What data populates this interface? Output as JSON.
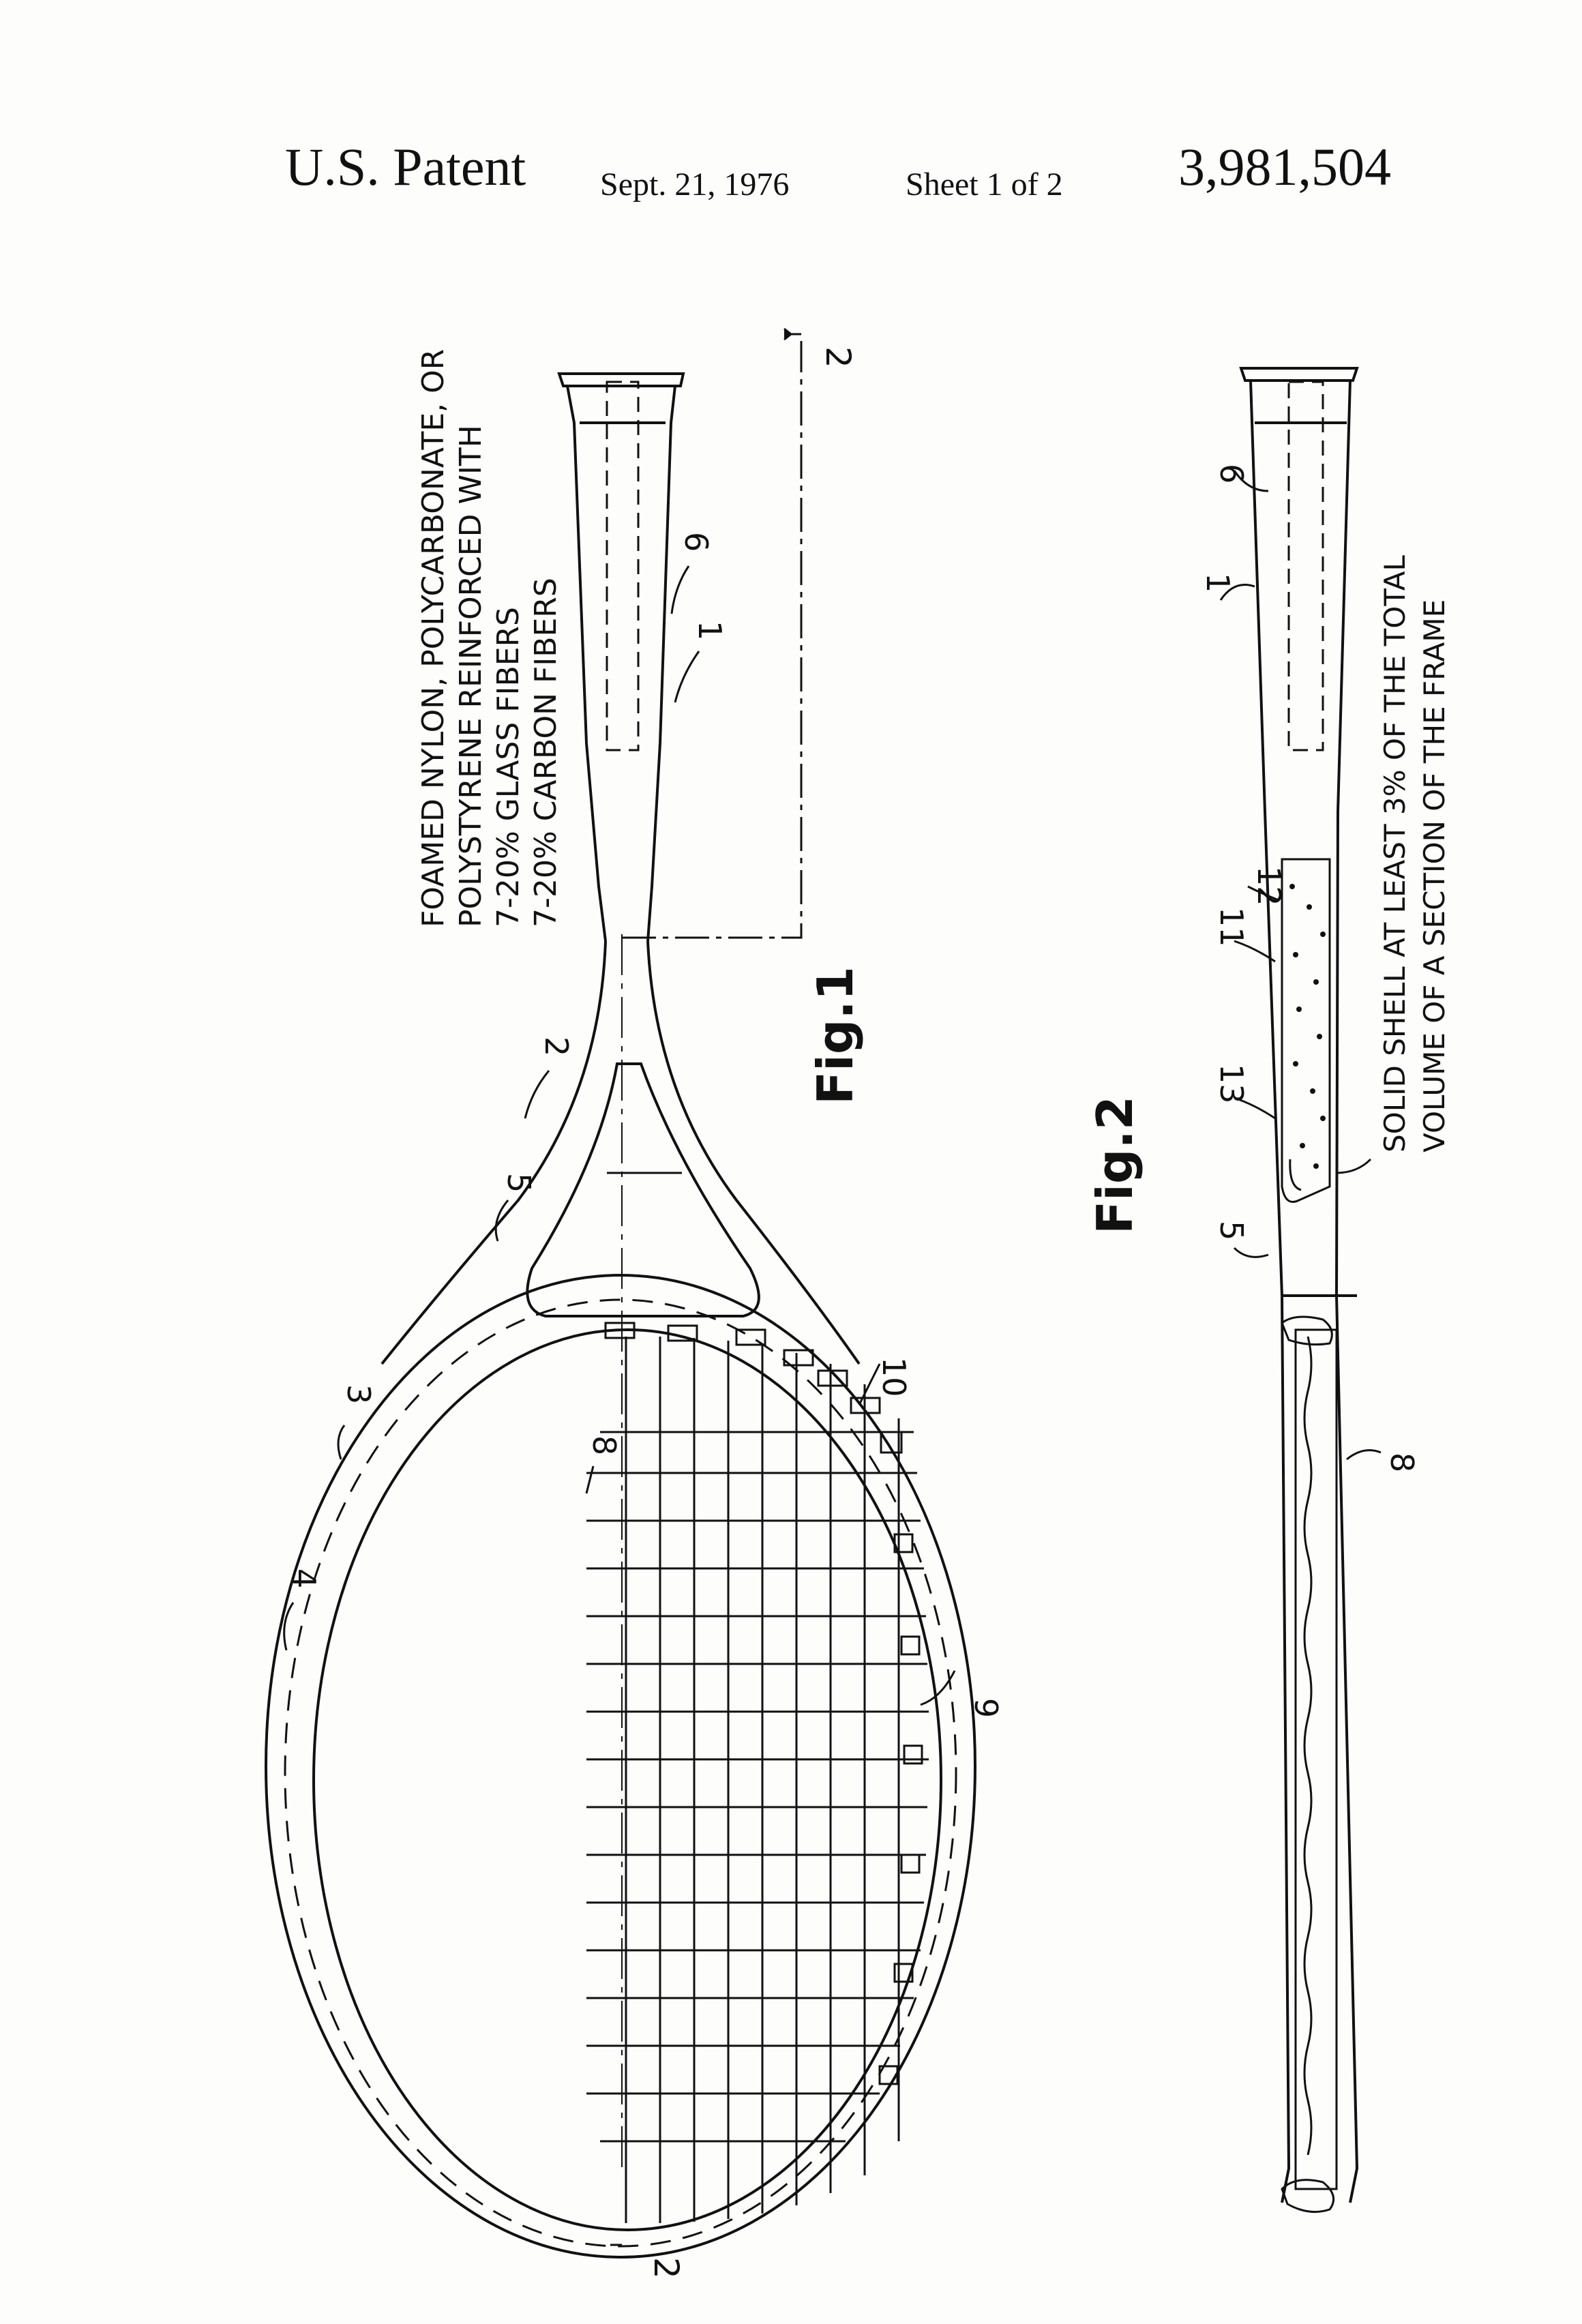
{
  "header": {
    "title": "U.S. Patent",
    "date": "Sept. 21, 1976",
    "sheet": "Sheet 1 of 2",
    "patent_number": "3,981,504"
  },
  "fig1": {
    "label": "Fig.1",
    "note_lines": [
      "FOAMED NYLON, POLYCARBONATE, OR",
      "POLYSTYRENE REINFORCED WITH",
      "7-20% GLASS FIBERS",
      "7-20% CARBON FIBERS"
    ],
    "section_mark": "2",
    "refs": {
      "r1": "1",
      "r2": "2",
      "r3": "3",
      "r4": "4",
      "r5": "5",
      "r6": "6",
      "r8": "8",
      "r9": "9",
      "r10": "10"
    }
  },
  "fig2": {
    "label": "Fig.2",
    "note_lines": [
      "SOLID SHELL AT LEAST 3% OF THE TOTAL",
      "VOLUME OF A SECTION OF THE FRAME"
    ],
    "refs": {
      "r1": "1",
      "r5": "5",
      "r6": "6",
      "r8": "8",
      "r11": "11",
      "r12": "12",
      "r13": "13"
    }
  },
  "colors": {
    "ink": "#111111",
    "paper": "#fdfdfc"
  }
}
